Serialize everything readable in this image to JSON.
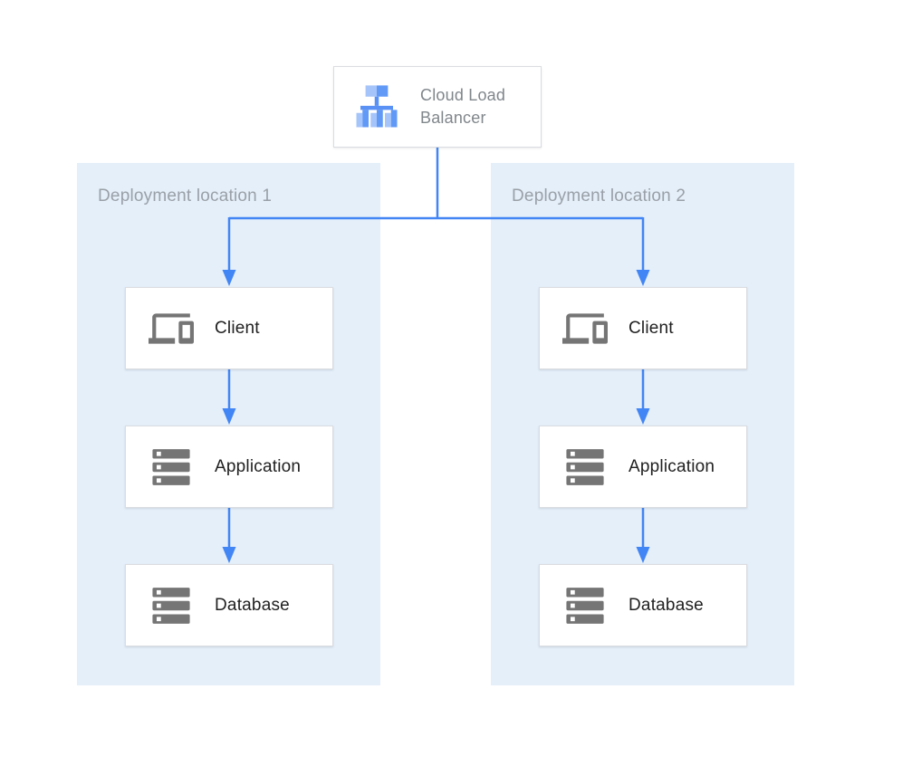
{
  "load_balancer": {
    "label": "Cloud Load Balancer",
    "icon": "load-balancer-icon"
  },
  "panels": [
    {
      "label": "Deployment location 1",
      "nodes": [
        {
          "label": "Client",
          "icon": "devices-icon"
        },
        {
          "label": "Application",
          "icon": "server-stack-icon"
        },
        {
          "label": "Database",
          "icon": "server-stack-icon"
        }
      ]
    },
    {
      "label": "Deployment location 2",
      "nodes": [
        {
          "label": "Client",
          "icon": "devices-icon"
        },
        {
          "label": "Application",
          "icon": "server-stack-icon"
        },
        {
          "label": "Database",
          "icon": "server-stack-icon"
        }
      ]
    }
  ],
  "colors": {
    "connector_blue": "#4285F4",
    "panel_background": "#E4EFFA",
    "box_border": "#DADCE0",
    "icon_gray": "#757575",
    "panel_label_gray": "#9AA0A6",
    "lb_label_gray": "#80868B",
    "node_label_dark": "#212121",
    "lb_icon_light_blue": "#A5C4F9",
    "lb_icon_medium_blue": "#6199F6",
    "lb_icon_stem_blue": "#5A91F5"
  }
}
